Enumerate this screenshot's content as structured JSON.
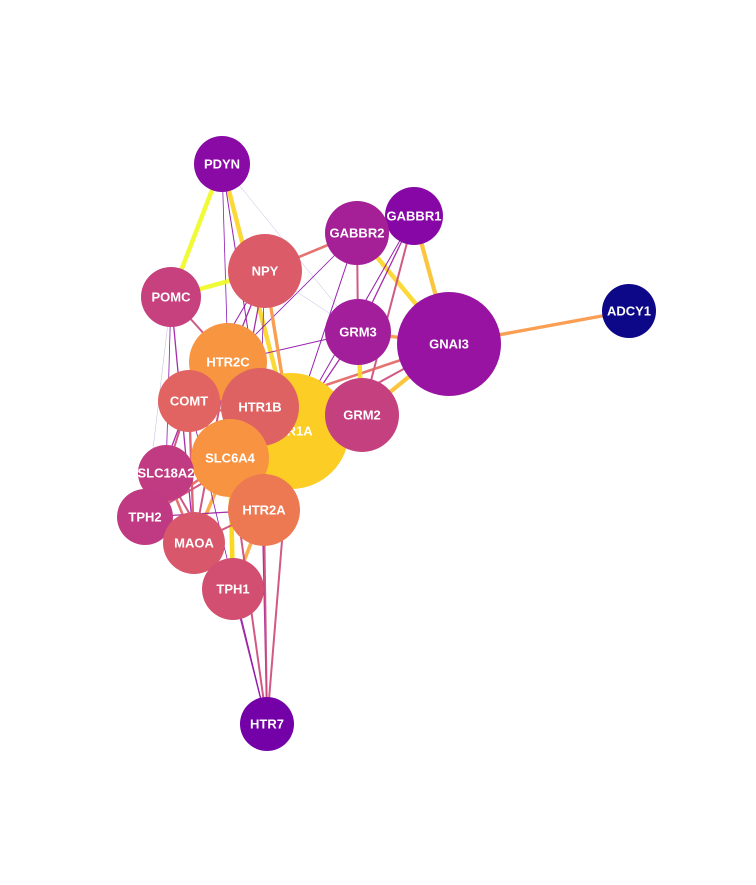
{
  "nodes": [
    {
      "id": "PDYN",
      "label": "PDYN",
      "color": "#8a0aa5"
    },
    {
      "id": "GABBR1",
      "label": "GABBR1",
      "color": "#8707a6"
    },
    {
      "id": "GABBR2",
      "label": "GABBR2",
      "color": "#a51f97"
    },
    {
      "id": "NPY",
      "label": "NPY",
      "color": "#db5c68"
    },
    {
      "id": "POMC",
      "label": "POMC",
      "color": "#c6417d"
    },
    {
      "id": "ADCY1",
      "label": "ADCY1",
      "color": "#0d0887"
    },
    {
      "id": "GRM3",
      "label": "GRM3",
      "color": "#a31e9a"
    },
    {
      "id": "GNAI3",
      "label": "GNAI3",
      "color": "#9813a1"
    },
    {
      "id": "HTR2C",
      "label": "HTR2C",
      "color": "#f89540"
    },
    {
      "id": "HTR1A",
      "label": "HTR1A",
      "color": "#fccd25"
    },
    {
      "id": "COMT",
      "label": "COMT",
      "color": "#e16462"
    },
    {
      "id": "HTR1B",
      "label": "HTR1B",
      "color": "#df6263"
    },
    {
      "id": "GRM2",
      "label": "GRM2",
      "color": "#c5407e"
    },
    {
      "id": "SLC6A4",
      "label": "SLC6A4",
      "color": "#f89441"
    },
    {
      "id": "SLC18A2",
      "label": "SLC18A2",
      "color": "#c13b82"
    },
    {
      "id": "TPH2",
      "label": "TPH2",
      "color": "#c03a83"
    },
    {
      "id": "HTR2A",
      "label": "HTR2A",
      "color": "#ed7953"
    },
    {
      "id": "MAOA",
      "label": "MAOA",
      "color": "#d8576b"
    },
    {
      "id": "TPH1",
      "label": "TPH1",
      "color": "#d24f71"
    },
    {
      "id": "HTR7",
      "label": "HTR7",
      "color": "#7401a8"
    }
  ],
  "edges": [
    {
      "source": "PDYN",
      "target": "POMC",
      "color": "#f0f921"
    },
    {
      "source": "PDYN",
      "target": "HTR1A",
      "color": "#fbd524"
    },
    {
      "source": "PDYN",
      "target": "HTR2C",
      "color": "#7e03a8"
    },
    {
      "source": "PDYN",
      "target": "HTR1B",
      "color": "#8b0aa5"
    },
    {
      "source": "PDYN",
      "target": "GRM3",
      "color": "#b5b3d8"
    },
    {
      "source": "POMC",
      "target": "NPY",
      "color": "#f0f921"
    },
    {
      "source": "POMC",
      "target": "HTR1A",
      "color": "#cc4778"
    },
    {
      "source": "POMC",
      "target": "SLC18A2",
      "color": "#7e03a8"
    },
    {
      "source": "POMC",
      "target": "MAOA",
      "color": "#9c179e"
    },
    {
      "source": "POMC",
      "target": "TPH2",
      "color": "#b5b3d8"
    },
    {
      "source": "GABBR2",
      "target": "NPY",
      "color": "#e16462"
    },
    {
      "source": "GABBR2",
      "target": "GABBR1",
      "color": "#fca636"
    },
    {
      "source": "GABBR2",
      "target": "GRM3",
      "color": "#cc4778"
    },
    {
      "source": "GABBR2",
      "target": "HTR1A",
      "color": "#8b0aa5"
    },
    {
      "source": "GABBR2",
      "target": "HTR2C",
      "color": "#7e03a8"
    },
    {
      "source": "GABBR2",
      "target": "GNAI3",
      "color": "#fbd524"
    },
    {
      "source": "GABBR1",
      "target": "GNAI3",
      "color": "#fbc02a"
    },
    {
      "source": "GABBR1",
      "target": "GRM3",
      "color": "#9c179e"
    },
    {
      "source": "GABBR1",
      "target": "GRM2",
      "color": "#cc4778"
    },
    {
      "source": "GABBR1",
      "target": "HTR1A",
      "color": "#8b0aa5"
    },
    {
      "source": "GNAI3",
      "target": "ADCY1",
      "color": "#f89540"
    },
    {
      "source": "GNAI3",
      "target": "GRM3",
      "color": "#f89540"
    },
    {
      "source": "GNAI3",
      "target": "GRM2",
      "color": "#fbc02a"
    },
    {
      "source": "GNAI3",
      "target": "HTR1A",
      "color": "#cc4778"
    },
    {
      "source": "GNAI3",
      "target": "HTR1B",
      "color": "#e16462"
    },
    {
      "source": "GRM3",
      "target": "GRM2",
      "color": "#fbd524"
    },
    {
      "source": "GRM3",
      "target": "HTR1A",
      "color": "#9c179e"
    },
    {
      "source": "GRM3",
      "target": "HTR2C",
      "color": "#8b0aa5"
    },
    {
      "source": "GRM3",
      "target": "NPY",
      "color": "#b5b3d8"
    },
    {
      "source": "GRM2",
      "target": "HTR1A",
      "color": "#cc4778"
    },
    {
      "source": "GRM2",
      "target": "HTR2A",
      "color": "#9c179e"
    },
    {
      "source": "NPY",
      "target": "HTR1A",
      "color": "#f89540"
    },
    {
      "source": "NPY",
      "target": "HTR2C",
      "color": "#9c179e"
    },
    {
      "source": "NPY",
      "target": "HTR1B",
      "color": "#7e03a8"
    },
    {
      "source": "NPY",
      "target": "COMT",
      "color": "#8b0aa5"
    },
    {
      "source": "NPY",
      "target": "SLC6A4",
      "color": "#9c179e"
    },
    {
      "source": "HTR2C",
      "target": "HTR1A",
      "color": "#fbd524"
    },
    {
      "source": "HTR2C",
      "target": "HTR1B",
      "color": "#e16462"
    },
    {
      "source": "HTR2C",
      "target": "HTR2A",
      "color": "#fca636"
    },
    {
      "source": "HTR2C",
      "target": "SLC6A4",
      "color": "#f89540"
    },
    {
      "source": "HTR2C",
      "target": "MAOA",
      "color": "#cc4778"
    },
    {
      "source": "HTR2C",
      "target": "TPH1",
      "color": "#f0f921"
    },
    {
      "source": "HTR1A",
      "target": "HTR1B",
      "color": "#fbd524"
    },
    {
      "source": "HTR1A",
      "target": "SLC6A4",
      "color": "#fbc02a"
    },
    {
      "source": "HTR1A",
      "target": "HTR2A",
      "color": "#fca636"
    },
    {
      "source": "HTR1A",
      "target": "COMT",
      "color": "#e16462"
    },
    {
      "source": "HTR1A",
      "target": "TPH2",
      "color": "#cc4778"
    },
    {
      "source": "HTR1A",
      "target": "HTR7",
      "color": "#cc4778"
    },
    {
      "source": "HTR1B",
      "target": "SLC6A4",
      "color": "#f89540"
    },
    {
      "source": "HTR1B",
      "target": "HTR2A",
      "color": "#e16462"
    },
    {
      "source": "HTR1B",
      "target": "HTR7",
      "color": "#9c179e"
    },
    {
      "source": "COMT",
      "target": "SLC6A4",
      "color": "#e16462"
    },
    {
      "source": "COMT",
      "target": "MAOA",
      "color": "#d8576b"
    },
    {
      "source": "COMT",
      "target": "SLC18A2",
      "color": "#cc4778"
    },
    {
      "source": "COMT",
      "target": "TPH2",
      "color": "#9c179e"
    },
    {
      "source": "SLC6A4",
      "target": "SLC18A2",
      "color": "#e16462"
    },
    {
      "source": "SLC6A4",
      "target": "TPH2",
      "color": "#e16462"
    },
    {
      "source": "SLC6A4",
      "target": "MAOA",
      "color": "#fca636"
    },
    {
      "source": "SLC6A4",
      "target": "TPH1",
      "color": "#fbd524"
    },
    {
      "source": "SLC6A4",
      "target": "HTR2A",
      "color": "#f89540"
    },
    {
      "source": "SLC18A2",
      "target": "TPH2",
      "color": "#cc4778"
    },
    {
      "source": "SLC18A2",
      "target": "MAOA",
      "color": "#e16462"
    },
    {
      "source": "SLC18A2",
      "target": "TPH1",
      "color": "#cc4778"
    },
    {
      "source": "TPH2",
      "target": "MAOA",
      "color": "#d8576b"
    },
    {
      "source": "TPH2",
      "target": "HTR2A",
      "color": "#9c179e"
    },
    {
      "source": "MAOA",
      "target": "TPH1",
      "color": "#e16462"
    },
    {
      "source": "MAOA",
      "target": "HTR2A",
      "color": "#cc4778"
    },
    {
      "source": "TPH1",
      "target": "HTR2A",
      "color": "#fca636"
    },
    {
      "source": "TPH1",
      "target": "HTR7",
      "color": "#9c179e"
    },
    {
      "source": "HTR2A",
      "target": "HTR7",
      "color": "#cc4778"
    },
    {
      "source": "SLC6A4",
      "target": "HTR7",
      "color": "#cc4778"
    },
    {
      "source": "COMT",
      "target": "HTR7",
      "color": "#7e03a8"
    }
  ]
}
